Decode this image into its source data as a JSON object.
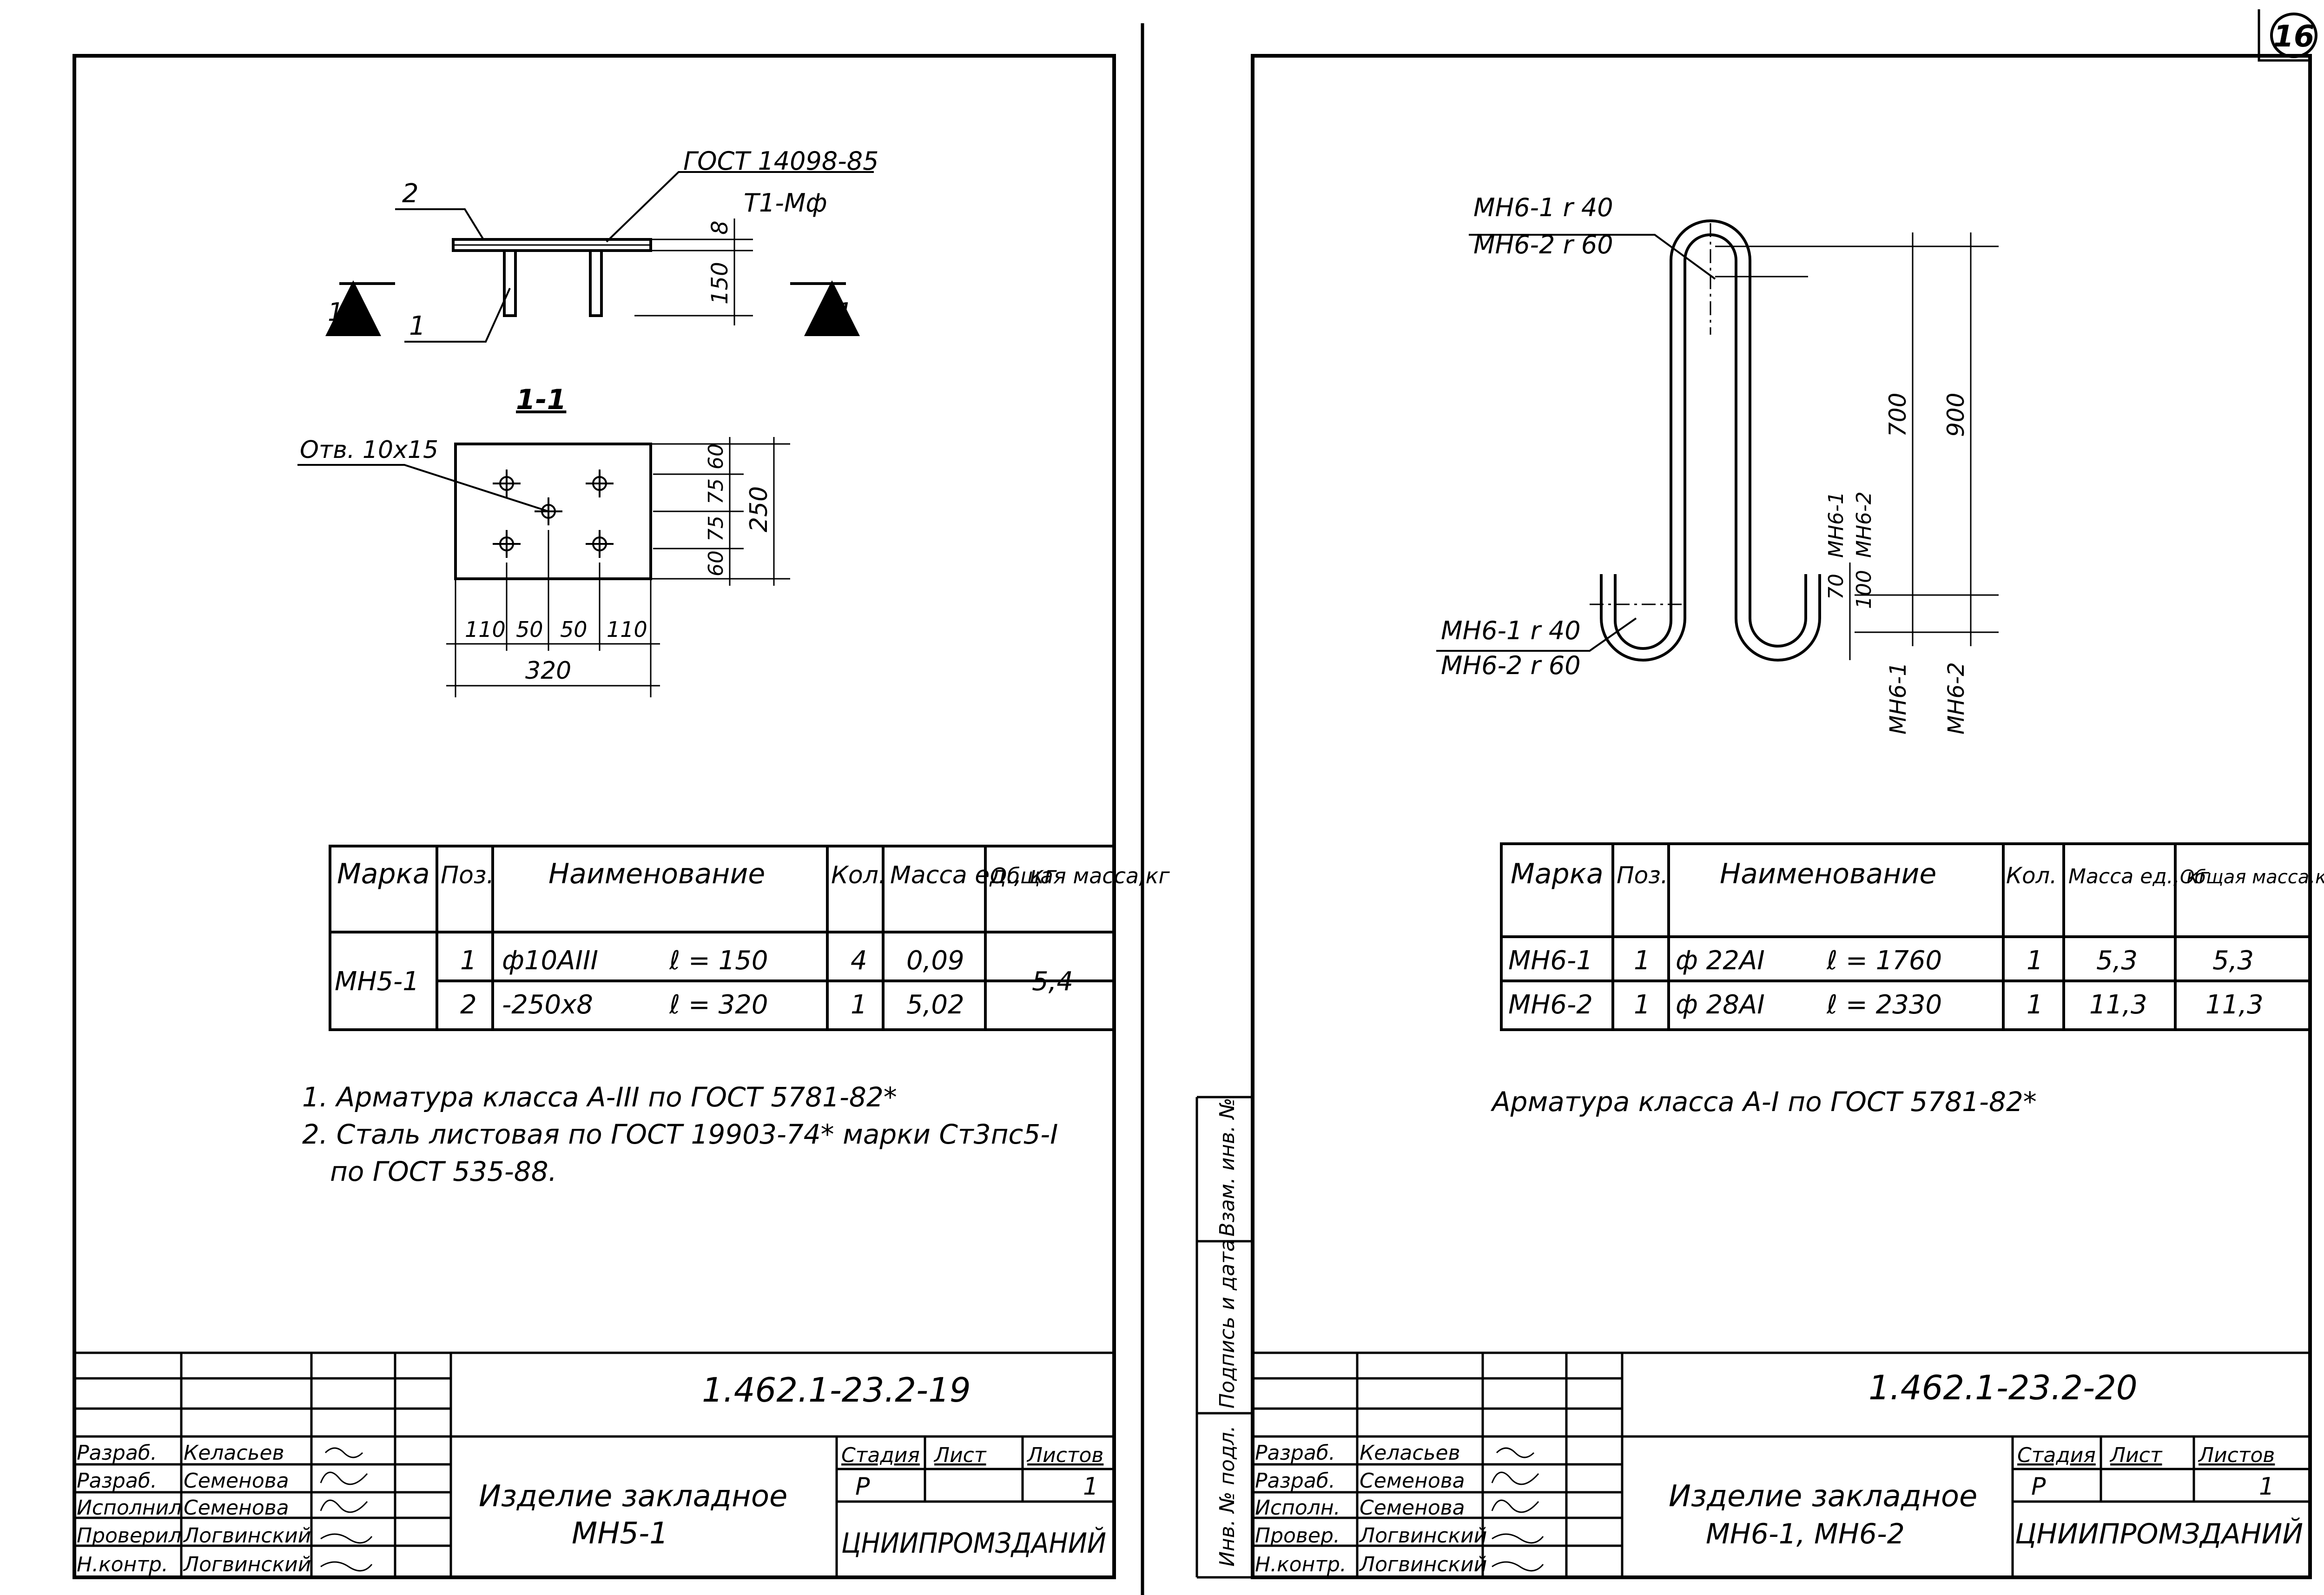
{
  "page_number": "16",
  "sheet19": {
    "detail": {
      "weld_note_line1": "ГОСТ 14098-85",
      "weld_note_line2": "Т1-Мф",
      "pos1": "1",
      "pos2": "2",
      "plate_thk": "8",
      "bar_len": "150",
      "section_mark": "1",
      "section_title": "1-1",
      "hole_label": "Отв. 10х15",
      "dim_v": [
        "60",
        "75",
        "75",
        "60"
      ],
      "dim_v_total": "250",
      "dim_h": [
        "110",
        "50",
        "50",
        "110"
      ],
      "dim_h_total": "320"
    },
    "spec": {
      "headers": [
        "Марка",
        "Поз.",
        "Наименование",
        "Кол.",
        "Масса ед., кг",
        "Общая масса,кг"
      ],
      "mark": "МН5-1",
      "rows": [
        {
          "pos": "1",
          "name": "ф10АIII",
          "len": "ℓ = 150",
          "qty": "4",
          "mass": "0,09"
        },
        {
          "pos": "2",
          "name": "-250х8",
          "len": "ℓ = 320",
          "qty": "1",
          "mass": "5,02"
        }
      ],
      "total": "5,4"
    },
    "notes": [
      "1. Арматура класса А-III по ГОСТ 5781-82*",
      "2. Сталь листовая по ГОСТ 19903-74* марки Ст3пс5-I",
      "по ГОСТ 535-88."
    ],
    "title_block": {
      "code": "1.462.1-23.2-19",
      "name_line1": "Изделие закладное",
      "name_line2": "МН5-1",
      "stage_label": "Стадия",
      "sheet_label": "Лист",
      "sheets_label": "Листов",
      "stage": "Р",
      "sheets": "1",
      "org": "ЦНИИПРОМЗДАНИЙ",
      "roles": [
        "Разраб.",
        "Разраб.",
        "Исполнил",
        "Проверил",
        "Н.контр."
      ],
      "names": [
        "Келасьев",
        "Семенова",
        "Семенова",
        "Логвинский",
        "Логвинский"
      ]
    }
  },
  "sheet20": {
    "detail": {
      "label_top_1": "МН6-1 r 40",
      "label_top_2": "МН6-2 r 60",
      "label_bot_1": "МН6-1 r 40",
      "label_bot_2": "МН6-2 r 60",
      "dim_700": "700",
      "dim_900": "900",
      "dim_70": "70",
      "dim_100": "100",
      "dim_mn61": "МН6-1",
      "dim_mn62": "МН6-2",
      "base_mn61": "МН6-1",
      "base_mn62": "МН6-2"
    },
    "spec": {
      "headers": [
        "Марка",
        "Поз.",
        "Наименование",
        "Кол.",
        "Масса ед., кг",
        "Общая масса,кг"
      ],
      "rows": [
        {
          "mark": "МН6-1",
          "pos": "1",
          "name": "ф 22АI",
          "len": "ℓ = 1760",
          "qty": "1",
          "mass": "5,3",
          "total": "5,3"
        },
        {
          "mark": "МН6-2",
          "pos": "1",
          "name": "ф 28АI",
          "len": "ℓ = 2330",
          "qty": "1",
          "mass": "11,3",
          "total": "11,3"
        }
      ]
    },
    "note": "Арматура класса А-I по ГОСТ 5781-82*",
    "side_stamp": [
      "Инв. № подл.",
      "Подпись и дата",
      "Взам. инв. №"
    ],
    "title_block": {
      "code": "1.462.1-23.2-20",
      "name_line1": "Изделие закладное",
      "name_line2": "МН6-1, МН6-2",
      "stage_label": "Стадия",
      "sheet_label": "Лист",
      "sheets_label": "Листов",
      "stage": "Р",
      "sheets": "1",
      "org": "ЦНИИПРОМЗДАНИЙ",
      "roles": [
        "Разраб.",
        "Разраб.",
        "Исполн.",
        "Провер.",
        "Н.контр."
      ],
      "names": [
        "Келасьев",
        "Семенова",
        "Семенова",
        "Логвинский",
        "Логвинский"
      ]
    }
  }
}
